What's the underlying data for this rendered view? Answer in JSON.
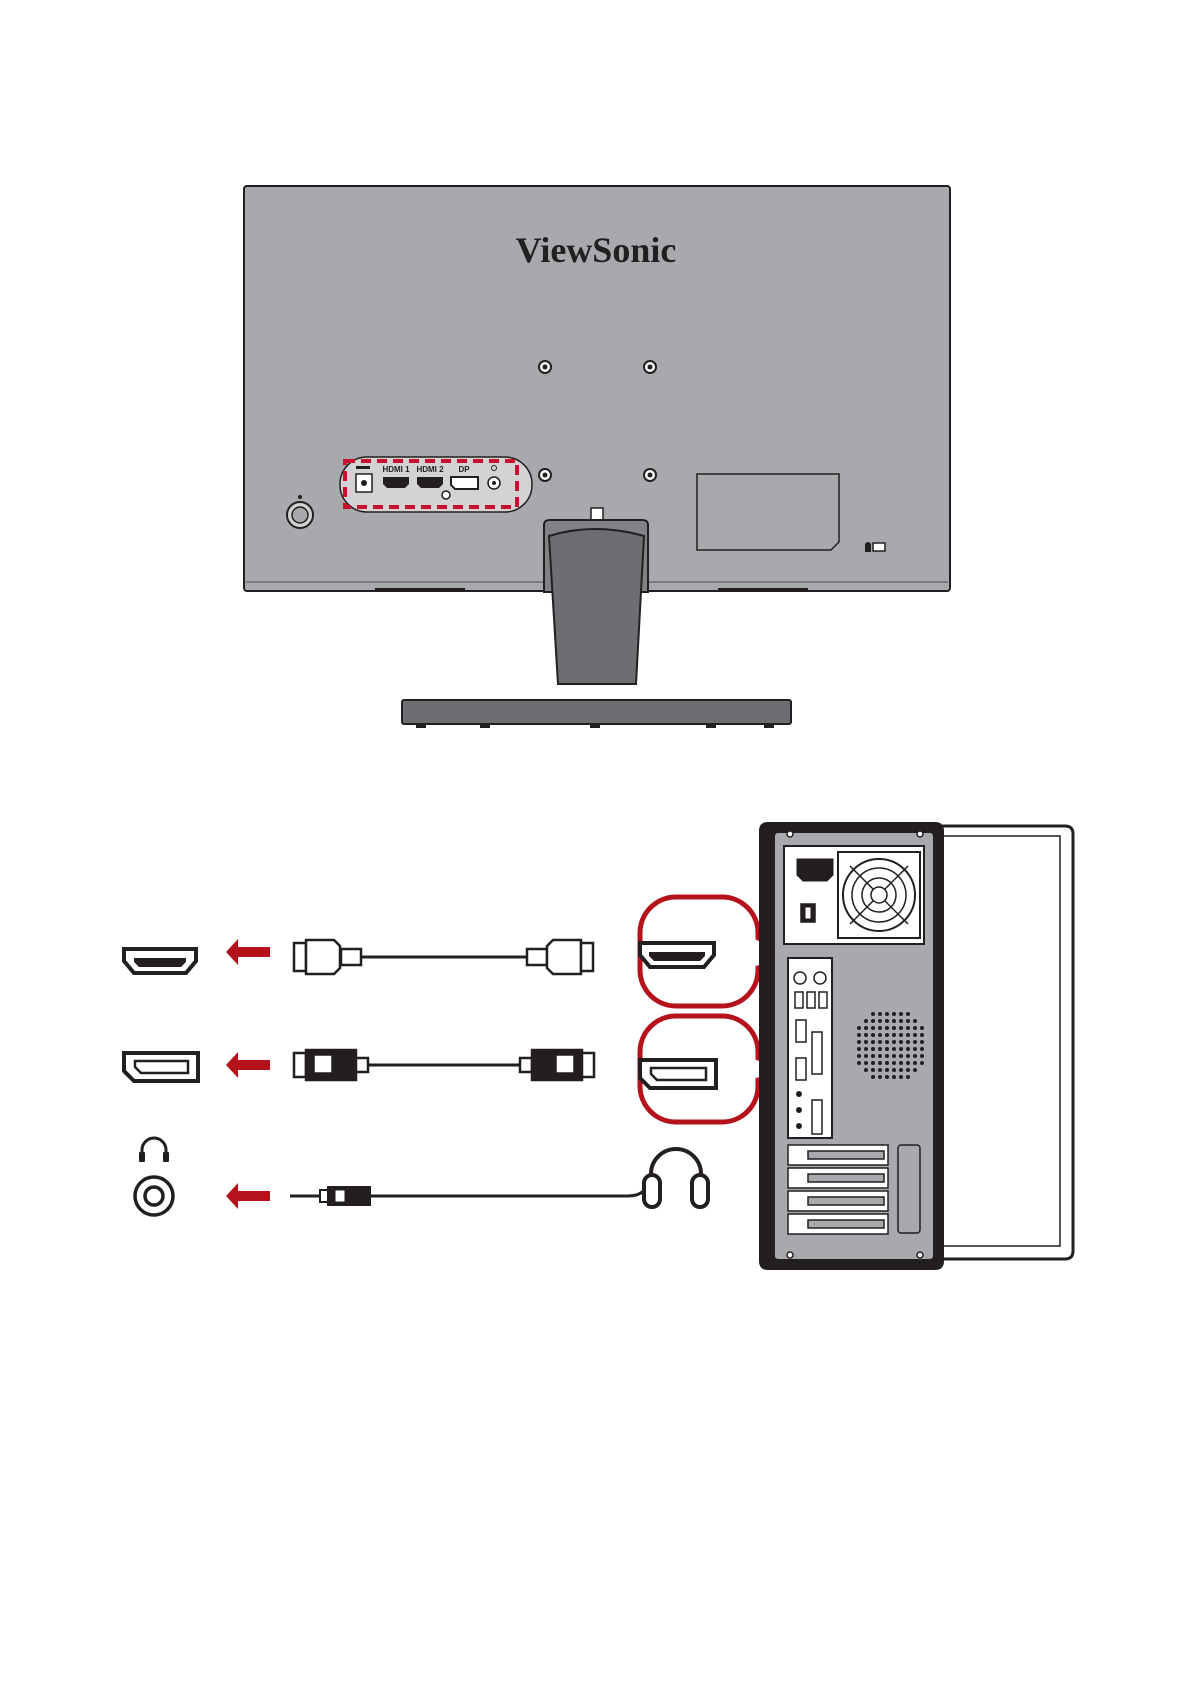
{
  "monitor": {
    "brand": "ViewSonic",
    "port_labels": [
      "HDMI 1",
      "HDMI 2",
      "DP"
    ],
    "body_color": "#a7a9ac",
    "highlight_color": "#c8102e"
  },
  "connections": [
    {
      "port": "hdmi",
      "icon": "hdmi-port-icon",
      "cable": "hdmi-cable",
      "pc_callout": "hdmi-callout"
    },
    {
      "port": "displayport",
      "icon": "displayport-port-icon",
      "cable": "displayport-cable",
      "pc_callout": "displayport-callout"
    },
    {
      "port": "audio-out",
      "icon": "headphone-jack-icon",
      "cable": "audio-cable",
      "device": "headphones-icon"
    }
  ],
  "colors": {
    "arrow": "#b5121b",
    "callout": "#b5121b",
    "line": "#231f20"
  }
}
